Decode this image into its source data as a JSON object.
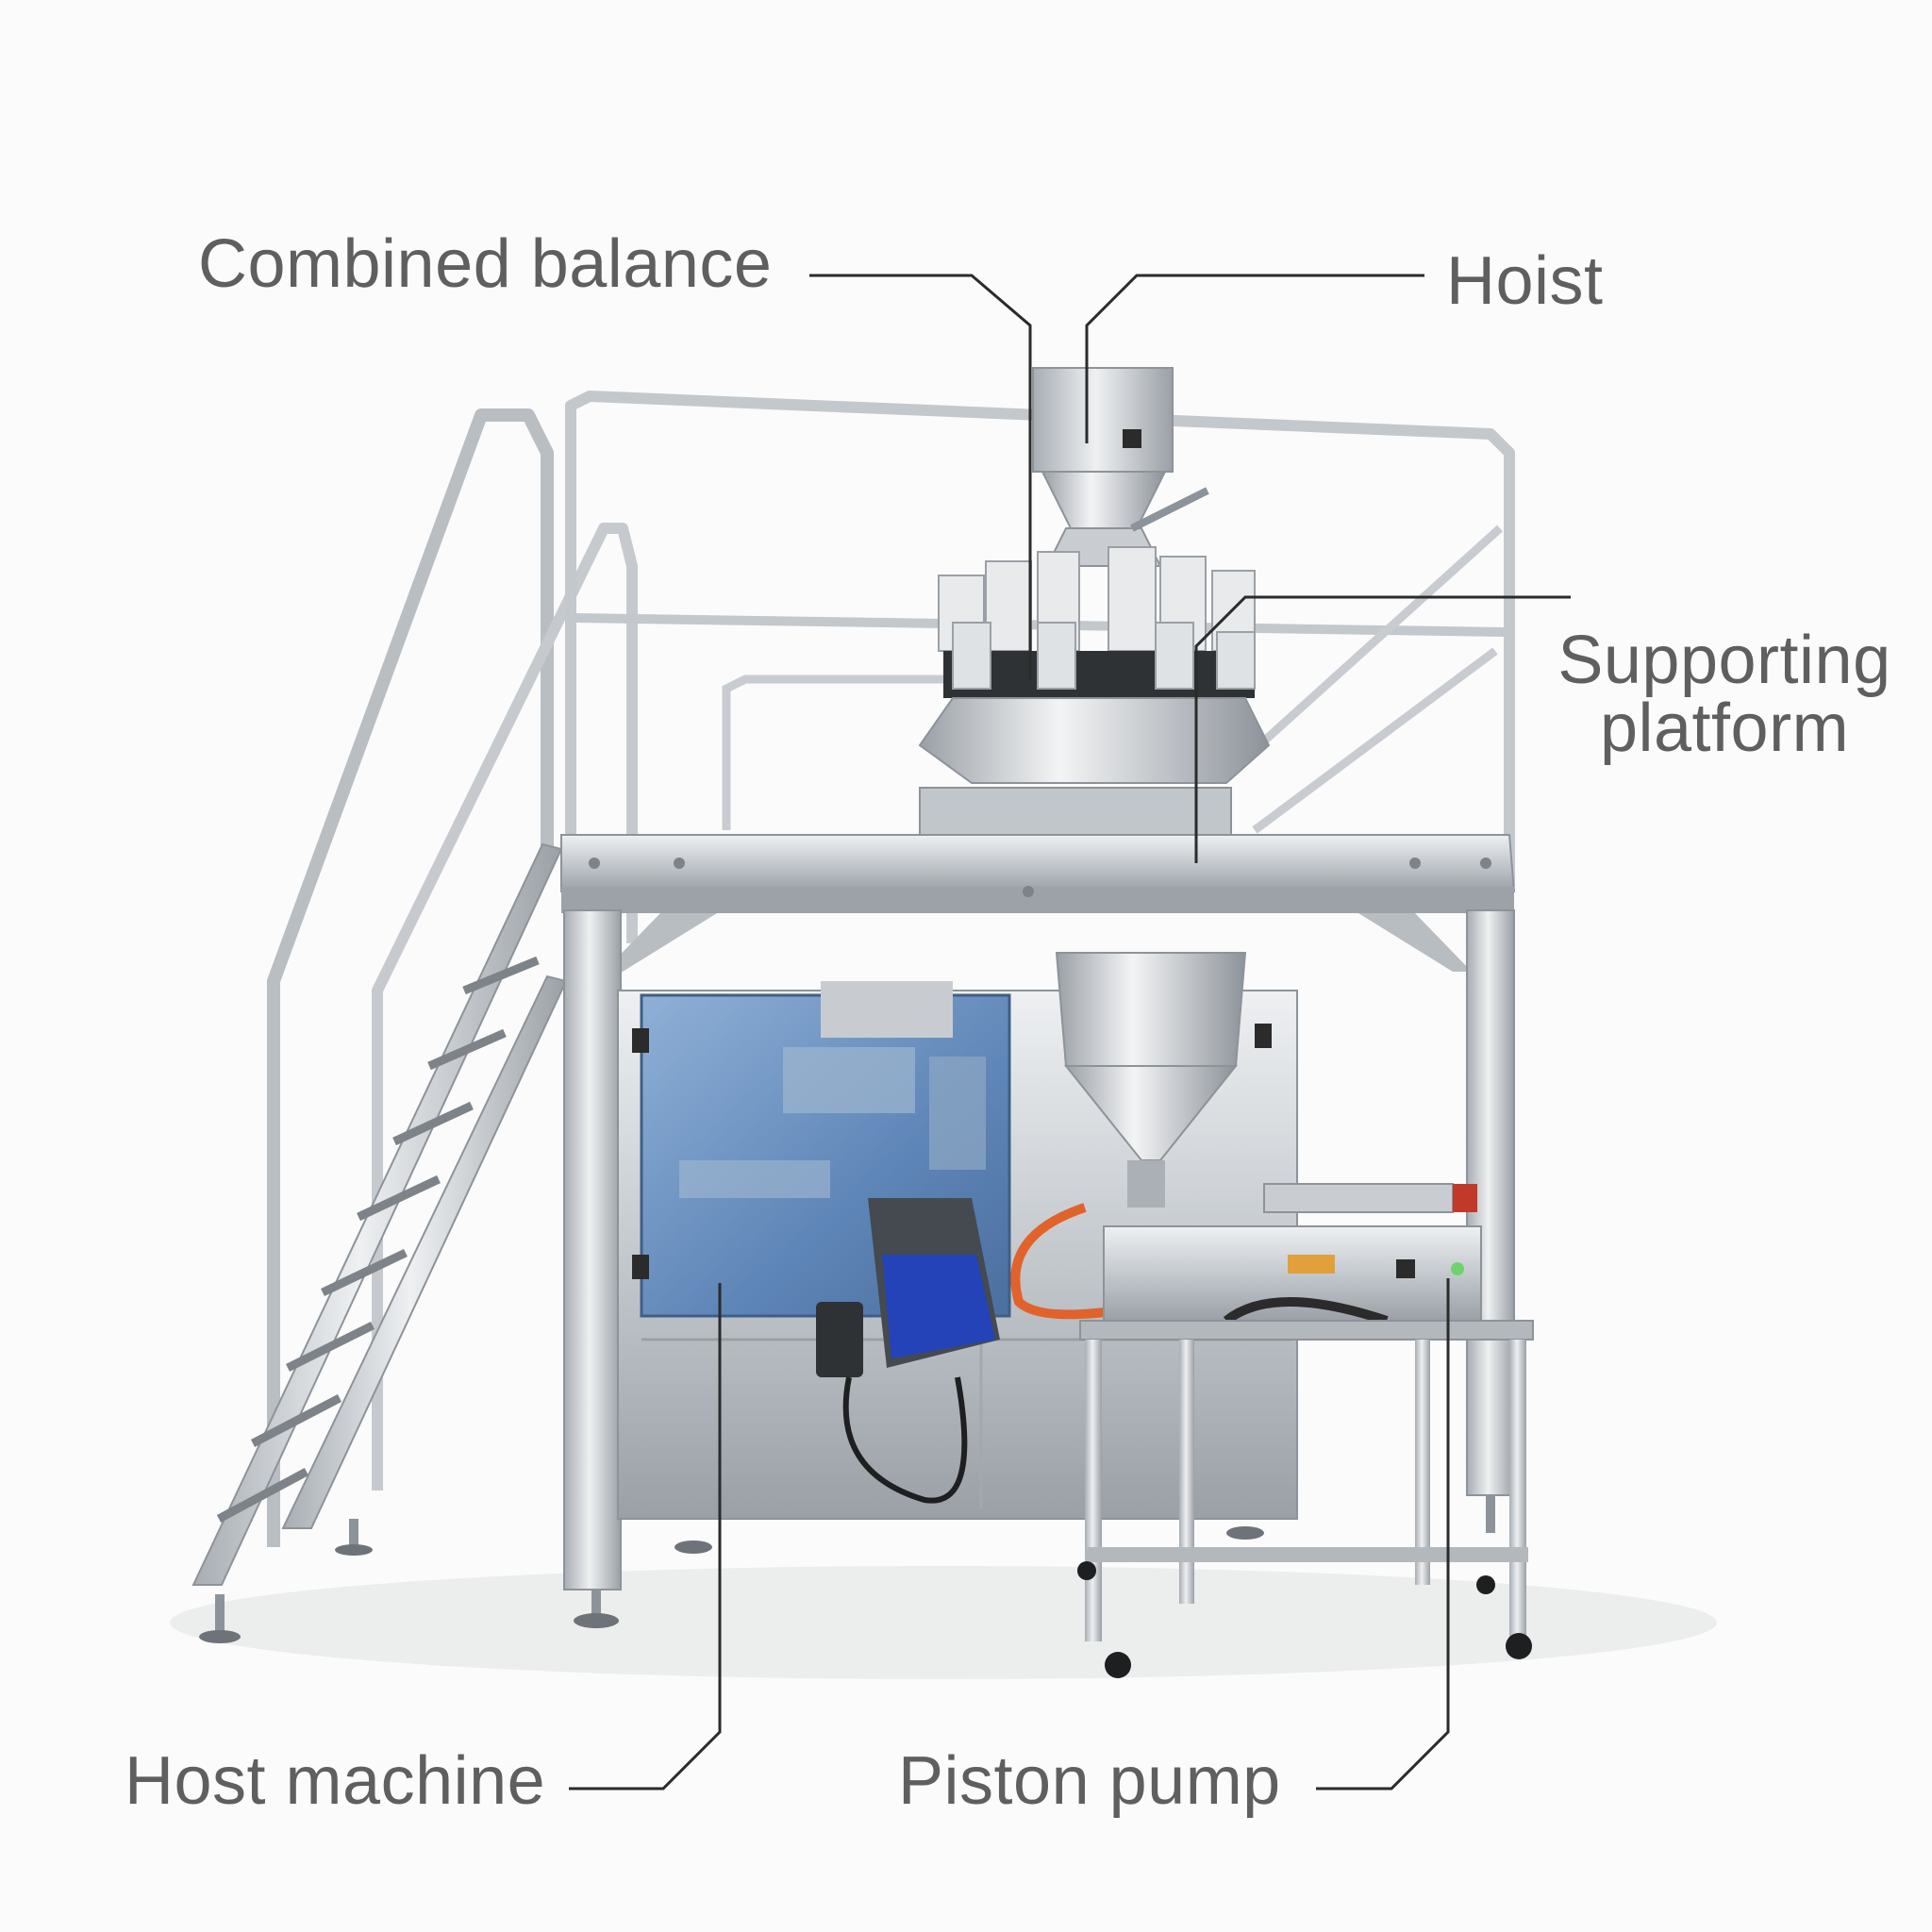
{
  "labels": {
    "combined_balance": "Combined balance",
    "hoist": "Hoist",
    "supporting_platform_line1": "Supporting",
    "supporting_platform_line2": "platform",
    "host_machine": "Host machine",
    "piston_pump": "Piston pump"
  },
  "colors": {
    "background": "#fbfbfb",
    "steel_light": "#d9dcdf",
    "steel_mid": "#b3b8bd",
    "steel_dark": "#7d8389",
    "glass_blue": "#6f95c3",
    "belt_blue": "#2443b8",
    "hose_orange": "#e2622b",
    "leader_line": "#2b2b2b",
    "label_text": "#5f5f5f"
  }
}
